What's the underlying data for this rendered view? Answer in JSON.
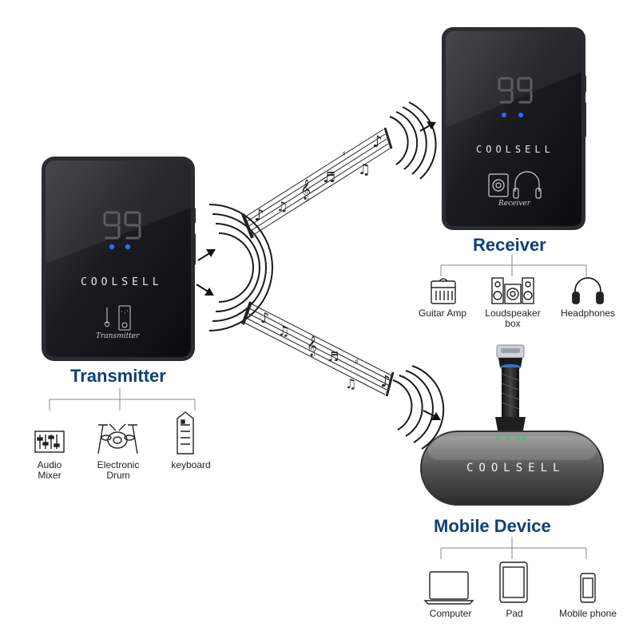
{
  "brand": "COOLSELL",
  "display_digits": "99",
  "transmitter": {
    "title": "Transmitter",
    "device_label": "Transmitter",
    "inputs": [
      {
        "label_line1": "Audio",
        "label_line2": "Mixer",
        "icon": "audio-mixer-icon"
      },
      {
        "label_line1": "Electronic",
        "label_line2": "Drum",
        "icon": "electronic-drum-icon"
      },
      {
        "label_line1": "keyboard",
        "label_line2": "",
        "icon": "keyboard-icon"
      }
    ]
  },
  "receiver": {
    "title": "Receiver",
    "device_label": "Receiver",
    "outputs": [
      {
        "label_line1": "Guitar Amp",
        "label_line2": "",
        "icon": "guitar-amp-icon"
      },
      {
        "label_line1": "Loudspeaker",
        "label_line2": "box",
        "icon": "loudspeaker-box-icon"
      },
      {
        "label_line1": "Headphones",
        "label_line2": "",
        "icon": "headphones-icon"
      }
    ]
  },
  "mobile": {
    "title": "Mobile Device",
    "outputs": [
      {
        "label_line1": "Computer",
        "icon": "laptop-icon"
      },
      {
        "label_line1": "Pad",
        "icon": "tablet-icon"
      },
      {
        "label_line1": "Mobile phone",
        "icon": "phone-icon"
      }
    ]
  },
  "colors": {
    "title_blue": "#0f3f78",
    "device_body": "#1b1c1f",
    "led_blue": "#2e6bff",
    "led_green": "#37d05a"
  }
}
